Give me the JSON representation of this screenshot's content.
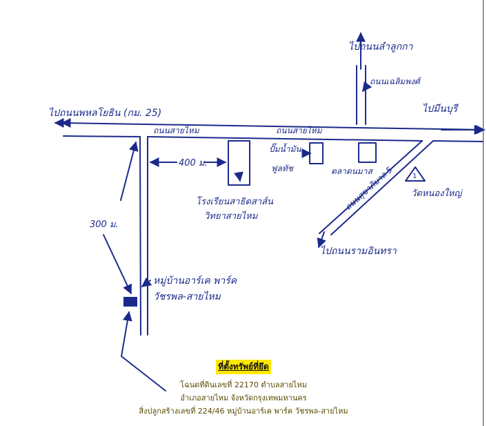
{
  "map": {
    "road_main_left_label": "ไปถนนพหลโยธิน (กม. 25)",
    "road_main_right_label": "ไปมีนบุรี",
    "road_north_label": "ไปถนนลำลูกกา",
    "road_north_name": "ถนนเฉลิมพงศ์",
    "road_main_name_1": "ถนนสายไหม",
    "road_main_name_2": "ถนนสายไหม",
    "distance_400": "400 ม.",
    "distance_300": "300 ม.",
    "school_label_line1": "โรงเรียนสาธิตสาส์น",
    "school_label_line2": "วิทยาสายไหม",
    "station_label_line1": "ปั๊มน้ำมัน",
    "station_label_line2": "ฟูลทัช",
    "market_label": "ตลาดนมาส",
    "diag_road_name": "ถนนสุขาภิบาล 5",
    "diag_road_dest": "ไปถนนรามอินทรา",
    "temple_label": "วัดหนองใหญ่",
    "village_label_line1": "หมู่บ้านอาร์เค พาร์ค",
    "village_label_line2": "วัชรพล-สายไหม",
    "colors": {
      "ink": "#1b2a8a",
      "building_fill": "#1b2a8a",
      "highlight": "#ffe800"
    }
  },
  "caption": {
    "heading": "ที่ตั้งทรัพย์ที่ยึด",
    "line1": "โฉนดที่ดินเลขที่ 22170 ตำบลสายไหม",
    "line2": "อำเภอสายไหม จังหวัดกรุงเทพมหานคร",
    "line3": "สิ่งปลูกสร้างเลขที่ 224/46 หมู่บ้านอาร์เค พาร์ค วัชรพล-สายไหม"
  }
}
